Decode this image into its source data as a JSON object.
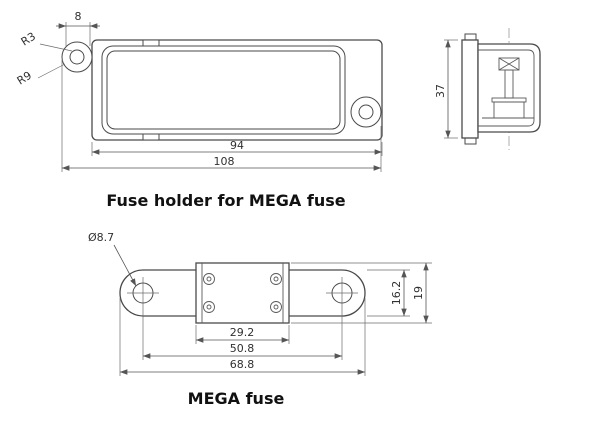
{
  "page": {
    "background": "#ffffff",
    "line_color": "#4a4a4a",
    "dim_color": "#303030"
  },
  "fuse_holder": {
    "title": "Fuse holder for MEGA fuse",
    "dims": {
      "tab_width": "8",
      "radius_inner": "R3",
      "radius_outer": "R9",
      "body_length": "94",
      "overall_length": "108",
      "height": "37"
    }
  },
  "mega_fuse": {
    "title": "MEGA fuse",
    "dims": {
      "hole_diameter": "Ø8.7",
      "body_width": "16.2",
      "overall_width": "19",
      "element_length": "29.2",
      "hole_spacing": "50.8",
      "overall_length": "68.8"
    }
  }
}
